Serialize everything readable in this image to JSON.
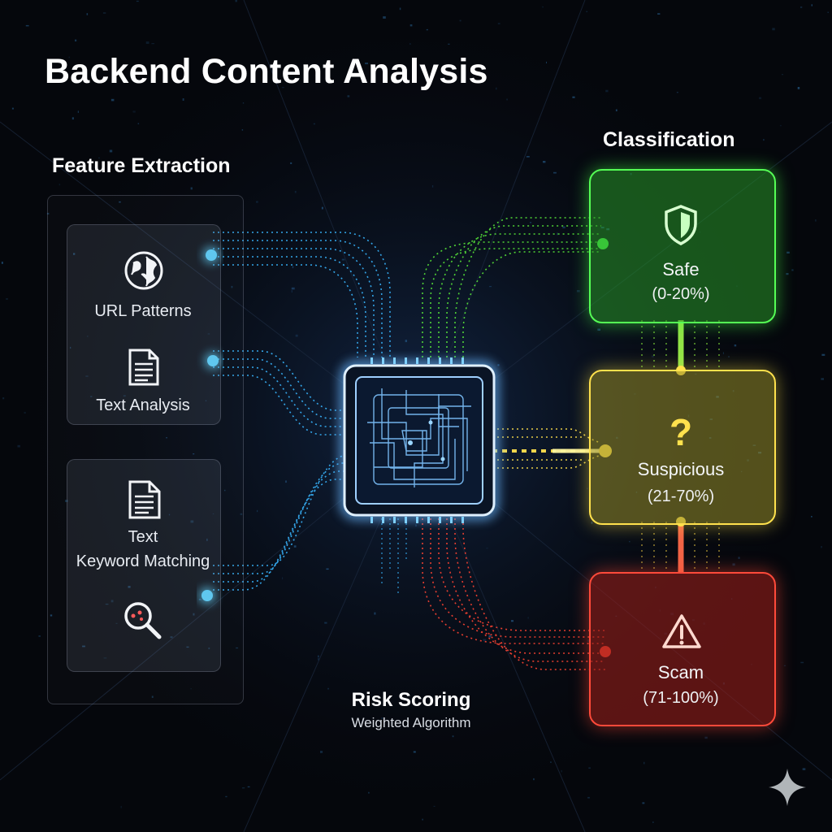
{
  "title": "Backend Content Analysis",
  "feature_extraction": {
    "heading": "Feature Extraction",
    "items": [
      {
        "label": "URL Patterns",
        "icon": "globe-icon"
      },
      {
        "label": "Text Analysis",
        "icon": "document-icon"
      },
      {
        "label_line1": "Text",
        "label_line2": "Keyword Matching",
        "icon": "document-icon"
      },
      {
        "icon": "magnifier-icon"
      }
    ]
  },
  "risk_scoring": {
    "title": "Risk Scoring",
    "subtitle": "Weighted Algorithm"
  },
  "classification": {
    "heading": "Classification",
    "classes": [
      {
        "label": "Safe",
        "range": "(0-20%)",
        "color": "#3ee83e",
        "icon": "shield-icon"
      },
      {
        "label": "Suspicious",
        "range": "(21-70%)",
        "color": "#f0d32a",
        "icon": "question-icon"
      },
      {
        "label": "Scam",
        "range": "(71-100%)",
        "color": "#ff4433",
        "icon": "warning-icon"
      }
    ]
  },
  "colors": {
    "accent_blue": "#39c8ff",
    "background": "#05070c"
  }
}
